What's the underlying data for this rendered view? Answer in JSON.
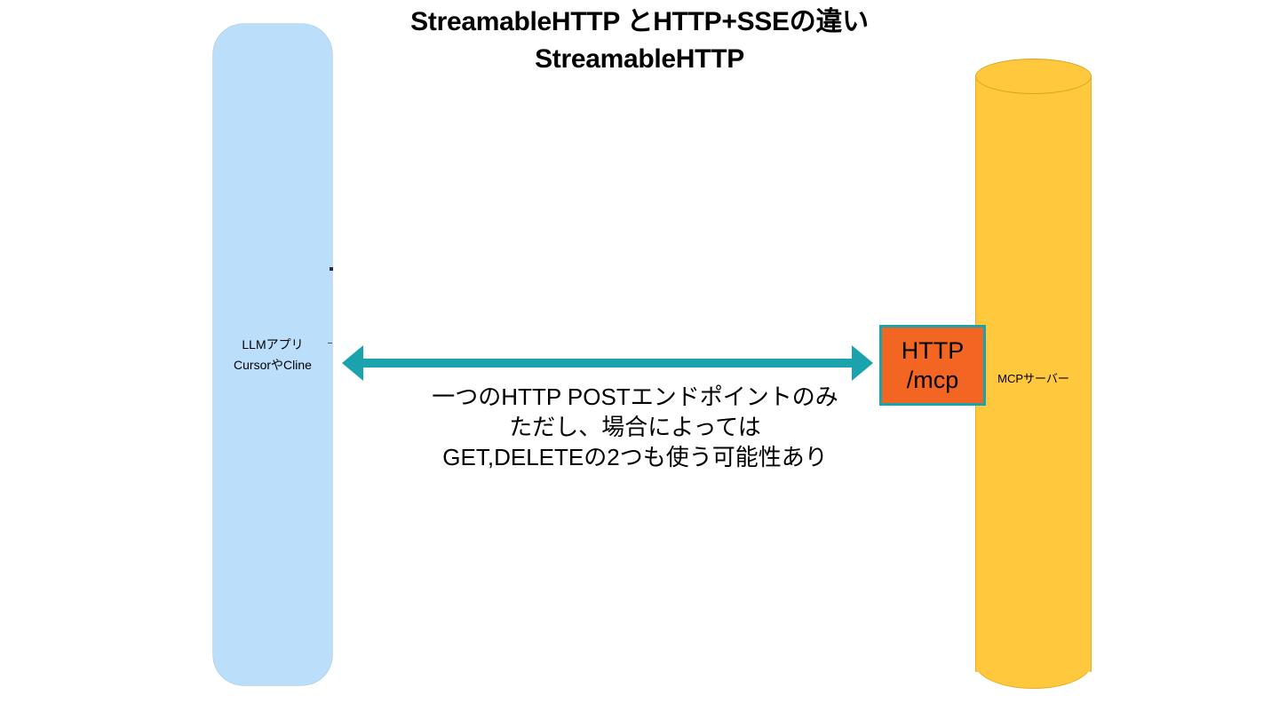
{
  "title": {
    "line1": "StreamableHTTP とHTTP+SSEの違い",
    "line2": "StreamableHTTP"
  },
  "client": {
    "label_line1": "LLMアプリ",
    "label_line2": "CursorやCline",
    "color": "#BBDEFB"
  },
  "server": {
    "label": "MCPサーバー",
    "color": "#FFC83D"
  },
  "endpoint": {
    "line1": "HTTP",
    "line2": "/mcp",
    "fill": "#F26522",
    "border": "#1AA3AD"
  },
  "connector": {
    "color": "#1AA3AD",
    "caption_line1": "一つのHTTP POSTエンドポイントのみ",
    "caption_line2": "ただし、場合によっては",
    "caption_line3": "GET,DELETEの2つも使う可能性あり"
  }
}
